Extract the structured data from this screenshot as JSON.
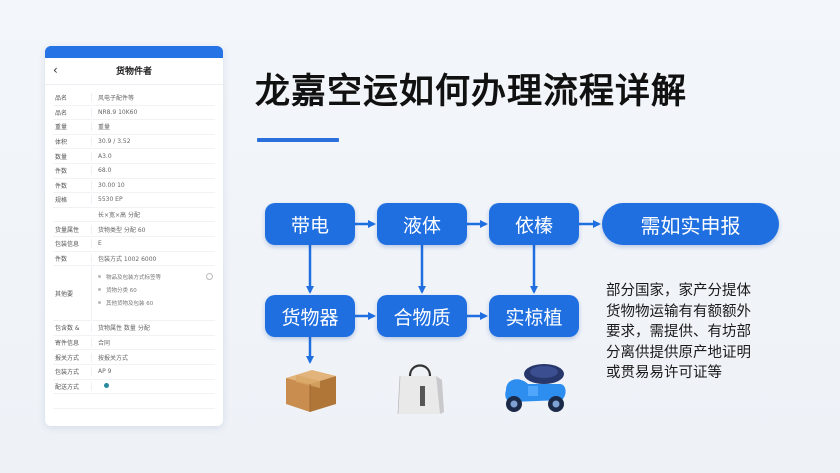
{
  "phone": {
    "title": "货物件者",
    "rows": [
      {
        "label": "品名",
        "value": "风电子配件等"
      },
      {
        "label": "品名",
        "value": "NR8.9 10K60"
      },
      {
        "label": "重量",
        "value": "重量"
      },
      {
        "label": "体积",
        "value": "30.9 / 3.52"
      },
      {
        "label": "数量",
        "value": "A3.0"
      },
      {
        "label": "件数",
        "value": "68.0"
      },
      {
        "label": "件数",
        "value": "30.00 10"
      },
      {
        "label": "规格",
        "value": "5530 EP"
      },
      {
        "label": "",
        "value": "长×宽×高 分配"
      },
      {
        "label": "货量属性",
        "value": "货物类型 分配 60"
      },
      {
        "label": "包装信息",
        "value": "E"
      },
      {
        "label": "件数",
        "value": "包装方式 1002 6000"
      }
    ],
    "tall_row": {
      "label": "其他要",
      "items": [
        "物品及包装方式标签等",
        "货物分类 60",
        "其他货物及包装 60"
      ]
    },
    "rows_after": [
      {
        "label": "包含数 &",
        "value": "货物属性 数量 分配"
      },
      {
        "label": "寄件信息",
        "value": "合同"
      },
      {
        "label": "报关方式",
        "value": "按报关方式"
      },
      {
        "label": "包装方式",
        "value": "AP 9"
      },
      {
        "label": "配送方式",
        "value": ""
      },
      {
        "label": "",
        "value": ""
      }
    ]
  },
  "title": "龙嘉空运如何办理流程详解",
  "flow": {
    "top": [
      "带电",
      "液体",
      "依榛",
      "需如实申报"
    ],
    "bottom": [
      "货物器",
      "合物质",
      "实椋植"
    ]
  },
  "note": [
    "部分国家，家产分提体",
    "货物物运输有有额额外",
    "要求，需提供、有坊部",
    "分离供提供原产地证明",
    "或贯易易许可证等"
  ],
  "colors": {
    "accent": "#1f6fe0",
    "phone_bar": "#2673e6",
    "underline": "#2a6fdc"
  },
  "icons": [
    "back-arrow-icon",
    "cardboard-box-icon",
    "shopping-bag-icon",
    "scooter-icon"
  ]
}
